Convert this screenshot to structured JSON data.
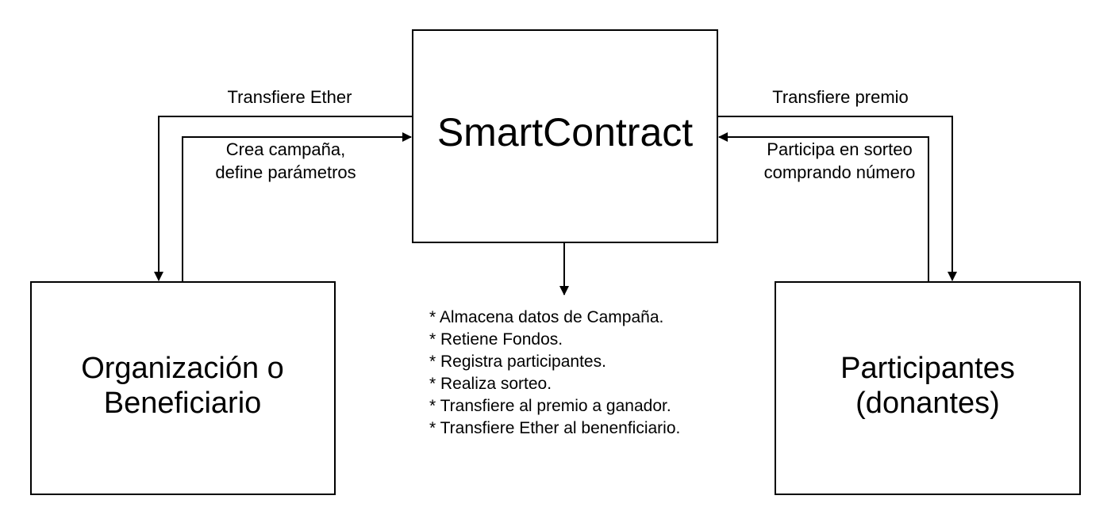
{
  "nodes": {
    "smart_contract": {
      "title": "SmartContract"
    },
    "organizacion": {
      "line1": "Organización o",
      "line2": "Beneficiario"
    },
    "participantes": {
      "line1": "Participantes",
      "line2": "(donantes)"
    }
  },
  "edges": {
    "transfiere_ether": "Transfiere Ether",
    "crea_campana": {
      "line1": "Crea campaña,",
      "line2": "define parámetros"
    },
    "transfiere_premio": "Transfiere premio",
    "participa_sorteo": {
      "line1": "Participa en sorteo",
      "line2": "comprando número"
    }
  },
  "responsibilities": [
    "* Almacena datos de Campaña.",
    "* Retiene Fondos.",
    "* Registra participantes.",
    "* Realiza sorteo.",
    "* Transfiere al premio a ganador.",
    "* Transfiere Ether al benenficiario."
  ]
}
